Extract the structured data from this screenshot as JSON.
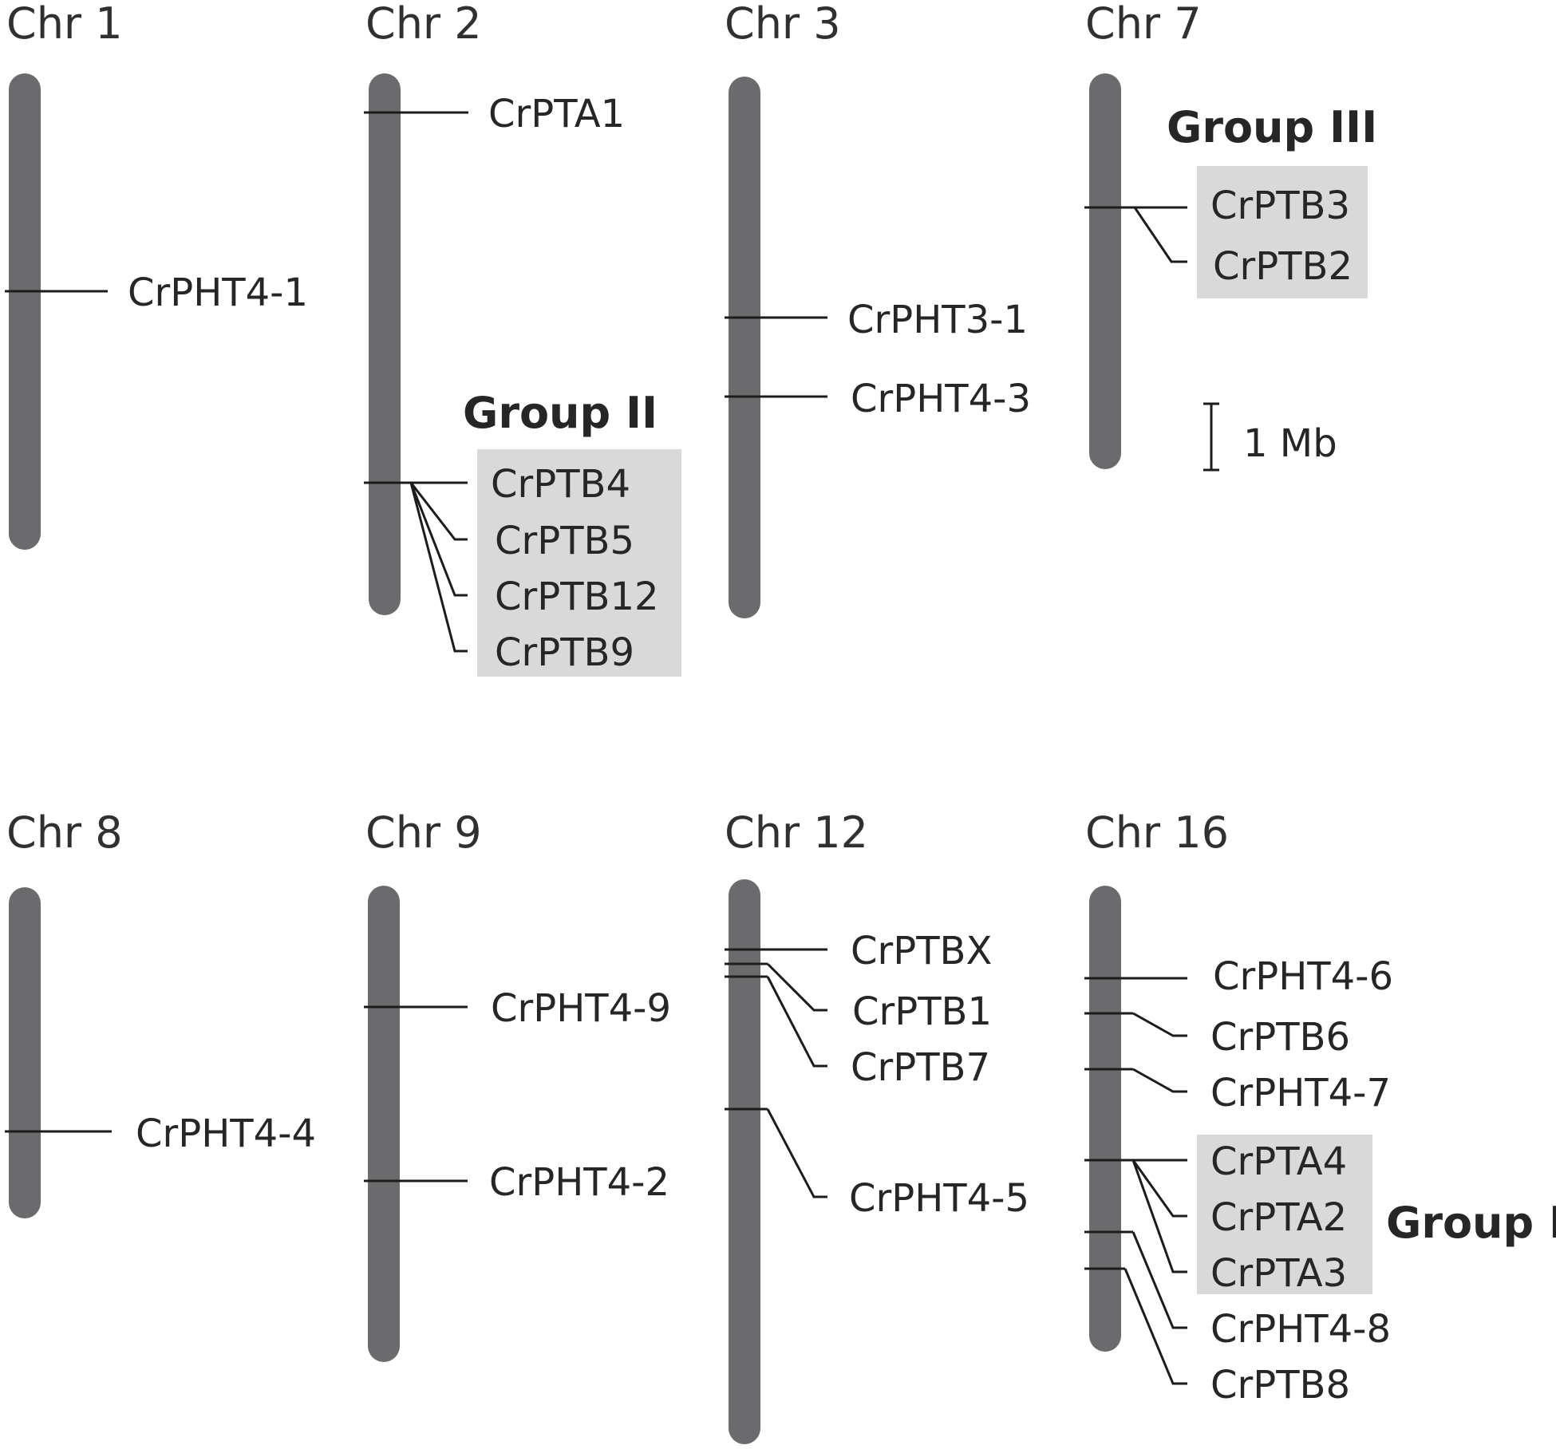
{
  "chromosomes": {
    "chr1": {
      "title": "Chr 1",
      "genes": {
        "g1": "CrPHT4-1"
      }
    },
    "chr2": {
      "title": "Chr 2",
      "genes": {
        "g1": "CrPTA1",
        "g2": "CrPTB4",
        "g3": "CrPTB5",
        "g4": "CrPTB12",
        "g5": "CrPTB9"
      }
    },
    "chr3": {
      "title": "Chr 3",
      "genes": {
        "g1": "CrPHT3-1",
        "g2": "CrPHT4-3"
      }
    },
    "chr7": {
      "title": "Chr 7",
      "genes": {
        "g1": "CrPTB3",
        "g2": "CrPTB2"
      }
    },
    "chr8": {
      "title": "Chr 8",
      "genes": {
        "g1": "CrPHT4-4"
      }
    },
    "chr9": {
      "title": "Chr 9",
      "genes": {
        "g1": "CrPHT4-9",
        "g2": "CrPHT4-2"
      }
    },
    "chr12": {
      "title": "Chr 12",
      "genes": {
        "g1": "CrPTBX",
        "g2": "CrPTB1",
        "g3": "CrPTB7",
        "g4": "CrPHT4-5"
      }
    },
    "chr16": {
      "title": "Chr 16",
      "genes": {
        "g1": "CrPHT4-6",
        "g2": "CrPTB6",
        "g3": "CrPHT4-7",
        "g4": "CrPTA4",
        "g5": "CrPTA2",
        "g6": "CrPTA3",
        "g7": "CrPHT4-8",
        "g8": "CrPTB8"
      }
    }
  },
  "groups": {
    "group1": "Group I",
    "group2": "Group II",
    "group3": "Group III"
  },
  "scale_bar": {
    "label": "1 Mb"
  },
  "colors": {
    "chromosome": "#6b6b6d",
    "group_box": "#d9d9d9",
    "line": "#1c1c1c",
    "text": "#262626"
  }
}
